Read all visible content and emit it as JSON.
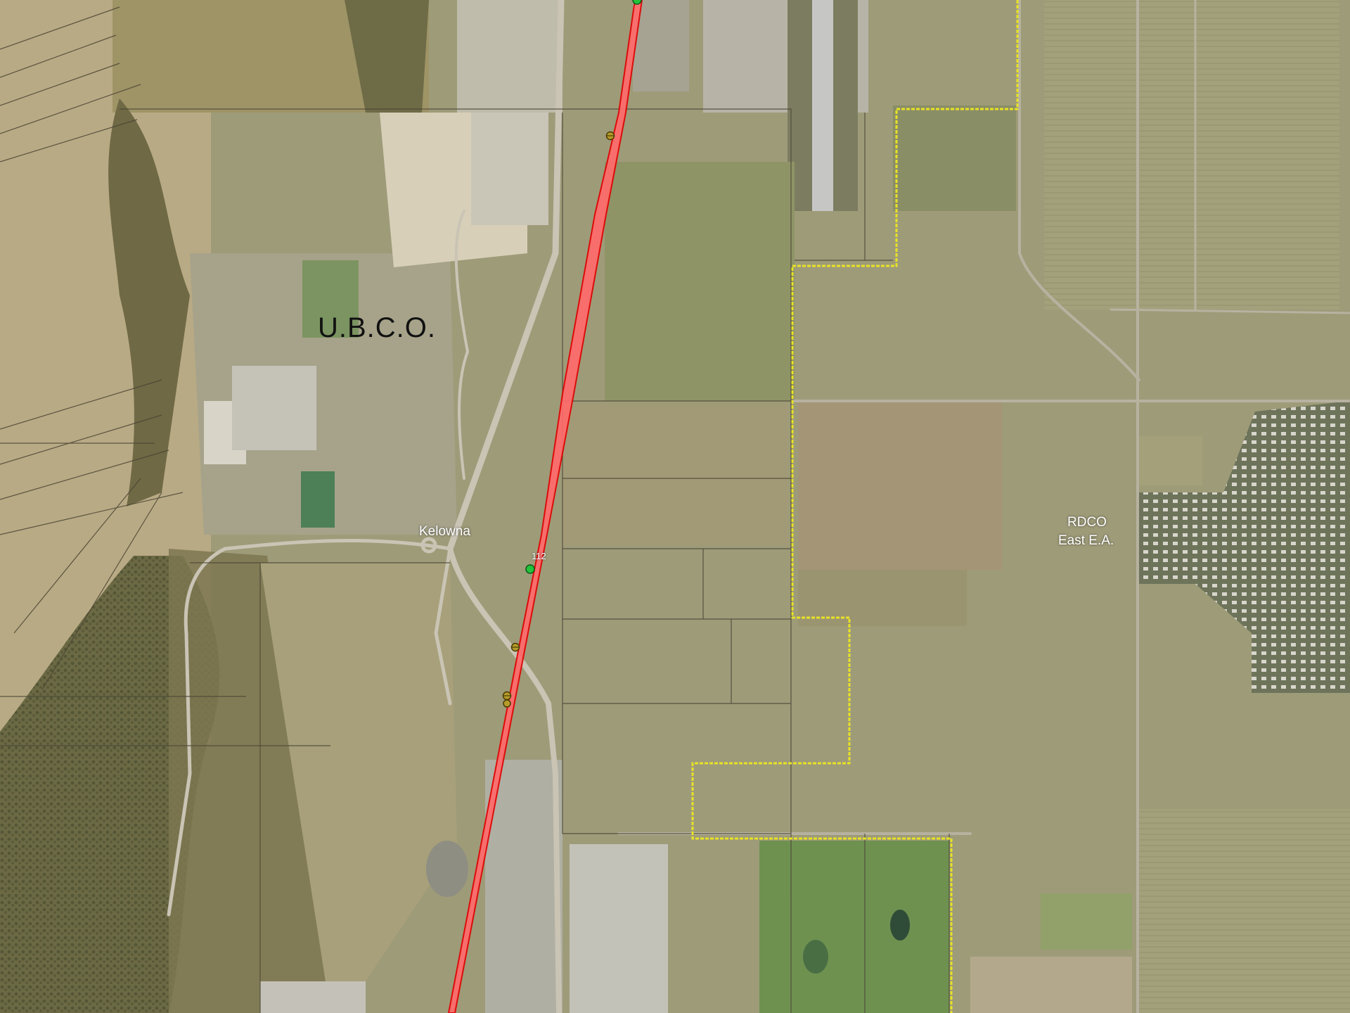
{
  "map": {
    "labels": {
      "campus": "U.B.C.O.",
      "city": "Kelowna",
      "area_line1": "RDCO",
      "area_line2": "East E.A.",
      "highway_marker": "112"
    },
    "colors": {
      "corridor_fill": "#ff6b6b",
      "corridor_stroke": "#e10000",
      "boundary": "#e8e227",
      "parcel_line": "#4a4535",
      "road": "#c9c4b4",
      "golf_green": "#6e9150"
    },
    "icons": [
      "green-point-icon",
      "junction-marker-icon"
    ]
  }
}
